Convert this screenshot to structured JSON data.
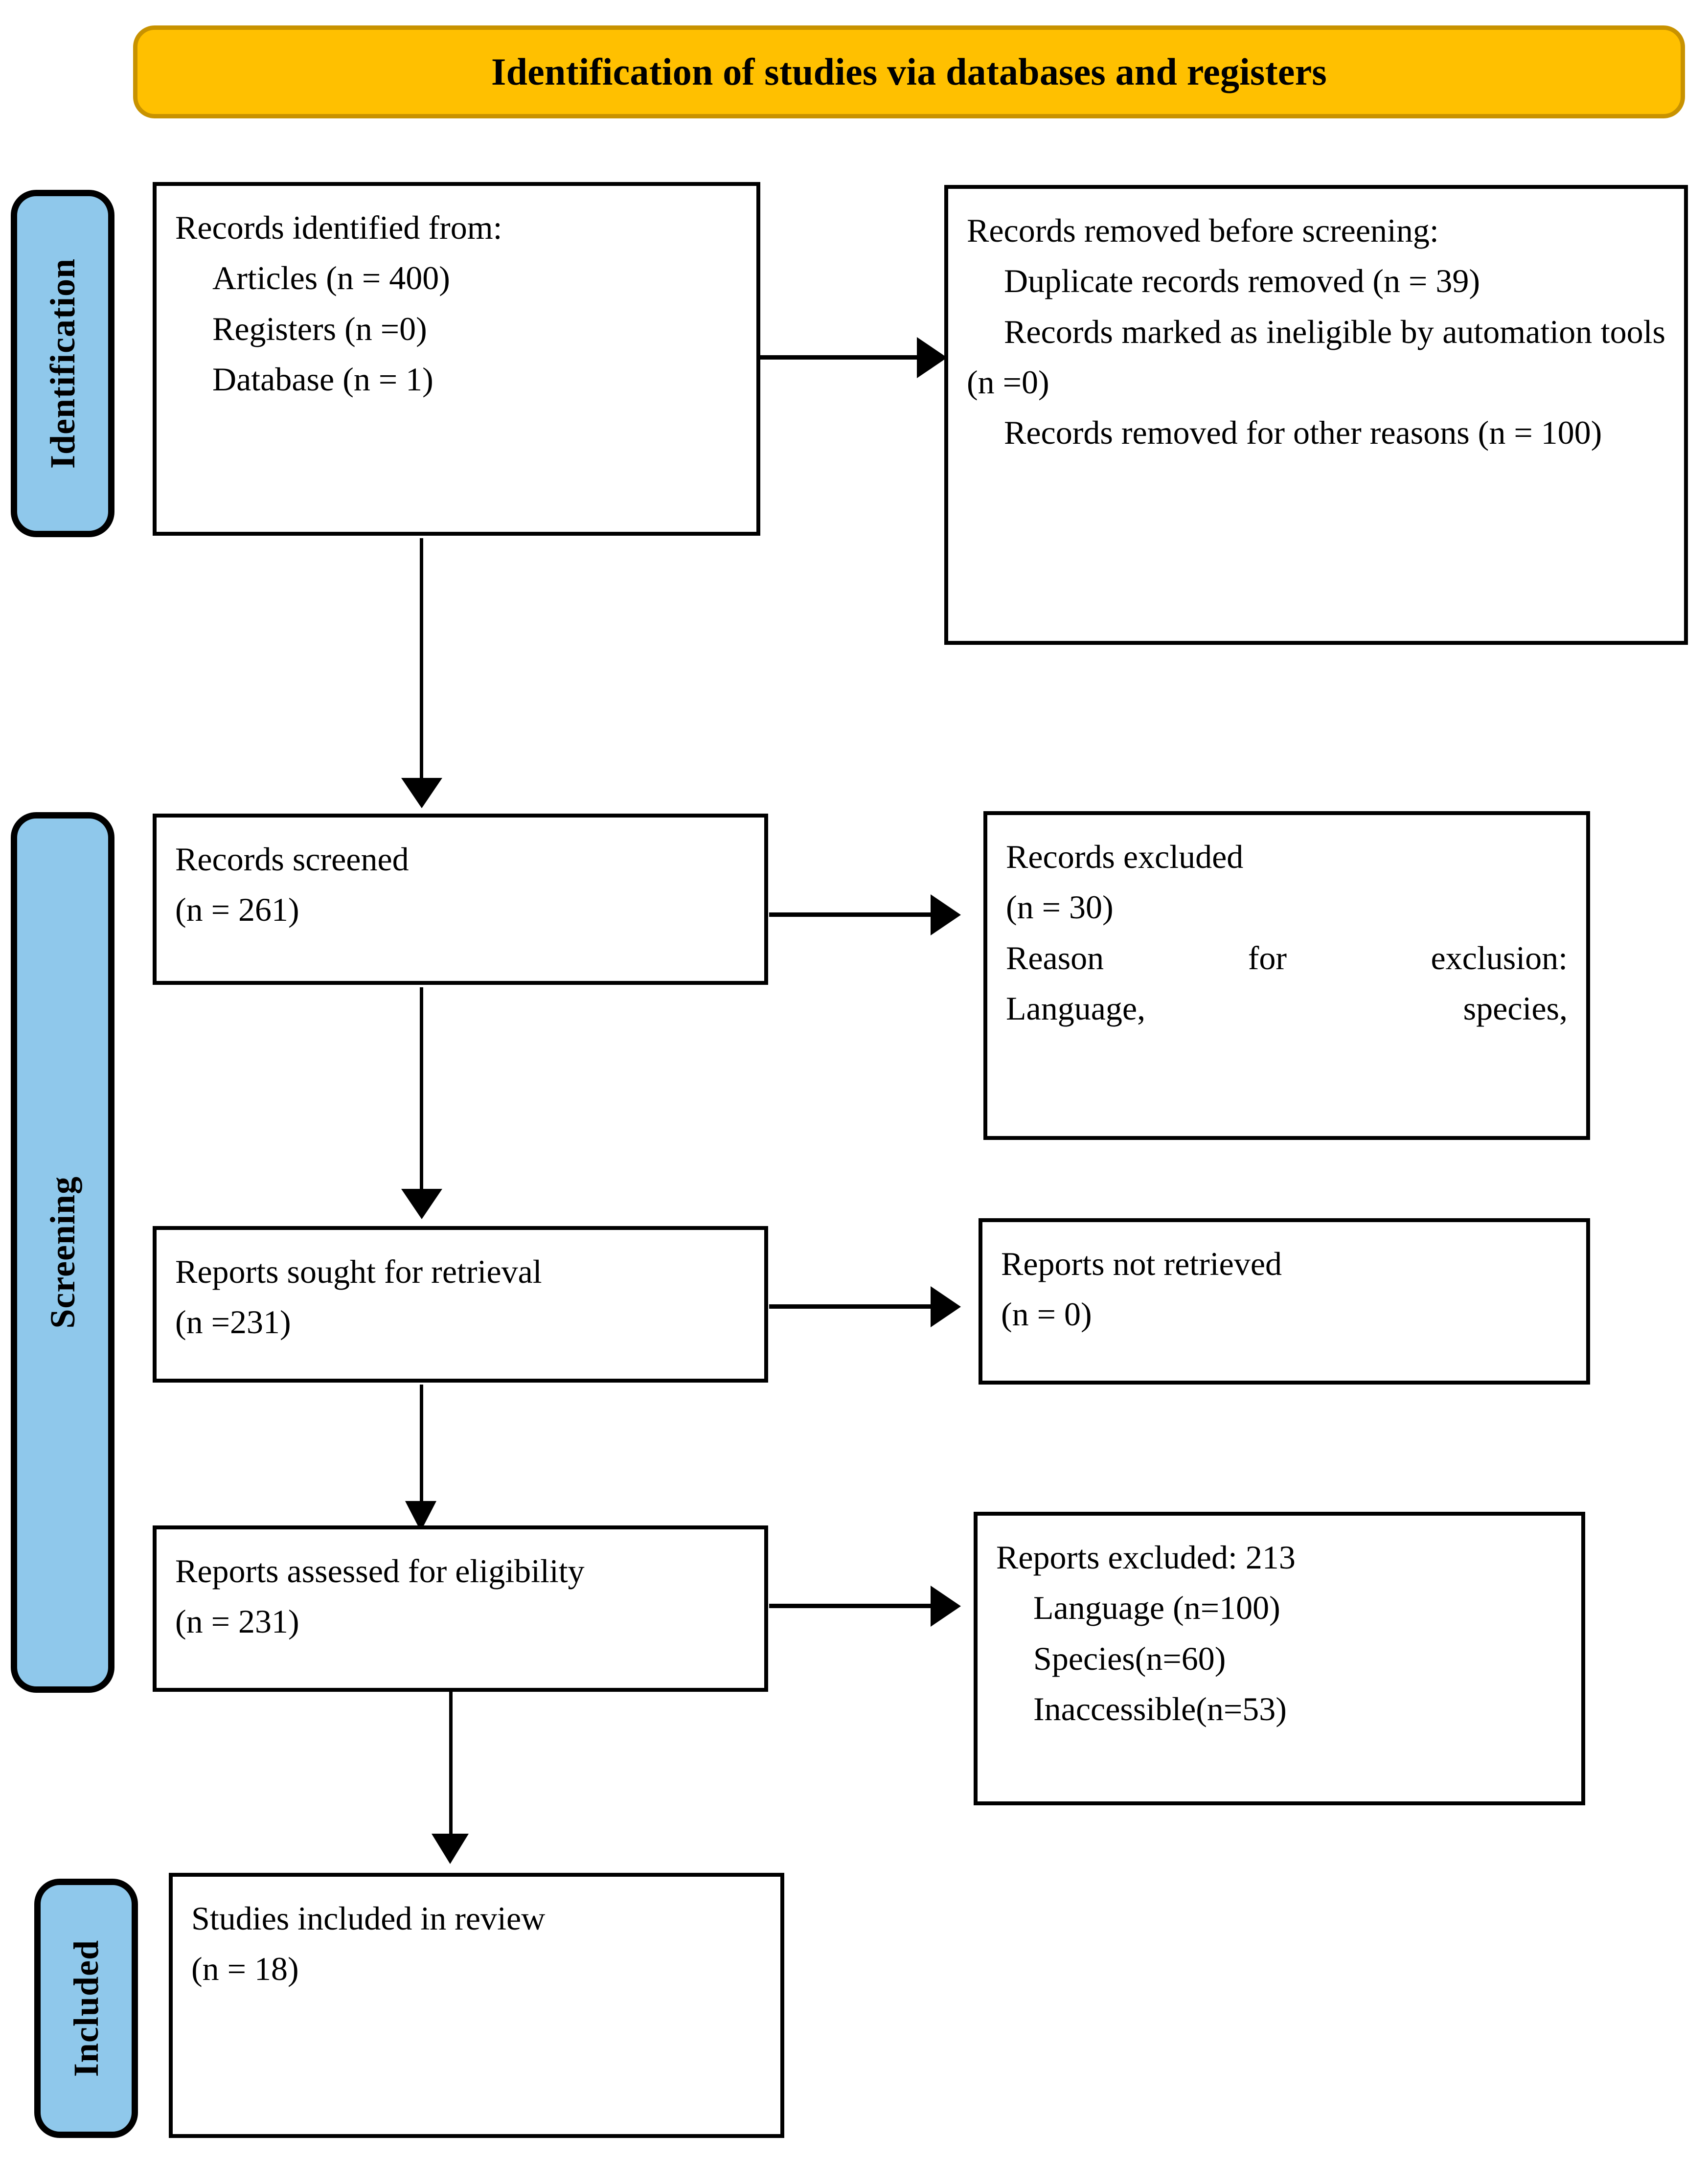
{
  "banner": {
    "title": "Identification of studies via databases and registers"
  },
  "stages": [
    {
      "id": "identification",
      "label": "Identification"
    },
    {
      "id": "screening",
      "label": "Screening"
    },
    {
      "id": "included",
      "label": "Included"
    }
  ],
  "boxes": {
    "records_identified": {
      "heading": "Records identified from:",
      "items": [
        "Articles (n = 400)",
        "Registers (n =0)",
        "Database (n = 1)"
      ]
    },
    "records_removed": {
      "heading": "Records removed before screening:",
      "items": [
        "Duplicate records removed (n = 39)",
        "Records marked as ineligible by automation tools (n =0)",
        "Records removed for other reasons (n = 100)"
      ]
    },
    "records_screened": {
      "line1": "Records screened",
      "line2": "(n = 261)"
    },
    "records_excluded": {
      "line1": "Records excluded",
      "line2": "(n = 30)",
      "line3": "Reason for exclusion:",
      "line4": "Language, species,"
    },
    "reports_sought": {
      "line1": "Reports sought for retrieval",
      "line2": "(n =231)"
    },
    "reports_not_retrieved": {
      "line1": "Reports not retrieved",
      "line2": "(n = 0)"
    },
    "reports_assessed": {
      "line1": "Reports assessed for eligibility",
      "line2": "(n = 231)"
    },
    "reports_excluded": {
      "heading": "Reports excluded: 213",
      "items": [
        "Language (n=100)",
        "Species(n=60)",
        "Inaccessible(n=53)"
      ]
    },
    "studies_included": {
      "line1": "Studies included in review",
      "line2": "(n = 18)"
    }
  },
  "colors": {
    "banner_fill": "#FFC000",
    "banner_border": "#C89200",
    "stage_fill": "#8FC8EB",
    "stroke": "#000000"
  }
}
